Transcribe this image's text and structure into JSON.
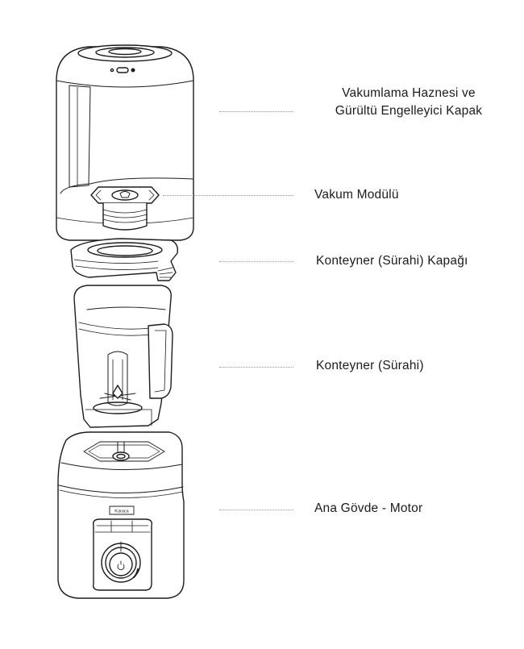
{
  "diagram": {
    "title": "Exploded view of vacuum blender components",
    "line_color": "#1c1c1c",
    "leader_color": "#9a9a9a",
    "parts": [
      {
        "id": "vacuum-chamber",
        "lines": [
          "Vakumlama Haznesi ve",
          "Gürültü Engelleyici Kapak"
        ]
      },
      {
        "id": "vacuum-module",
        "lines": [
          "Vakum Modülü"
        ]
      },
      {
        "id": "container-lid",
        "lines": [
          "Konteyner (Sürahi) Kapağı"
        ]
      },
      {
        "id": "container",
        "lines": [
          "Konteyner (Sürahi)"
        ]
      },
      {
        "id": "motor-base",
        "lines": [
          "Ana Gövde - Motor"
        ]
      }
    ],
    "base_logo_text": "Karaca",
    "power_icon": "⏻"
  }
}
